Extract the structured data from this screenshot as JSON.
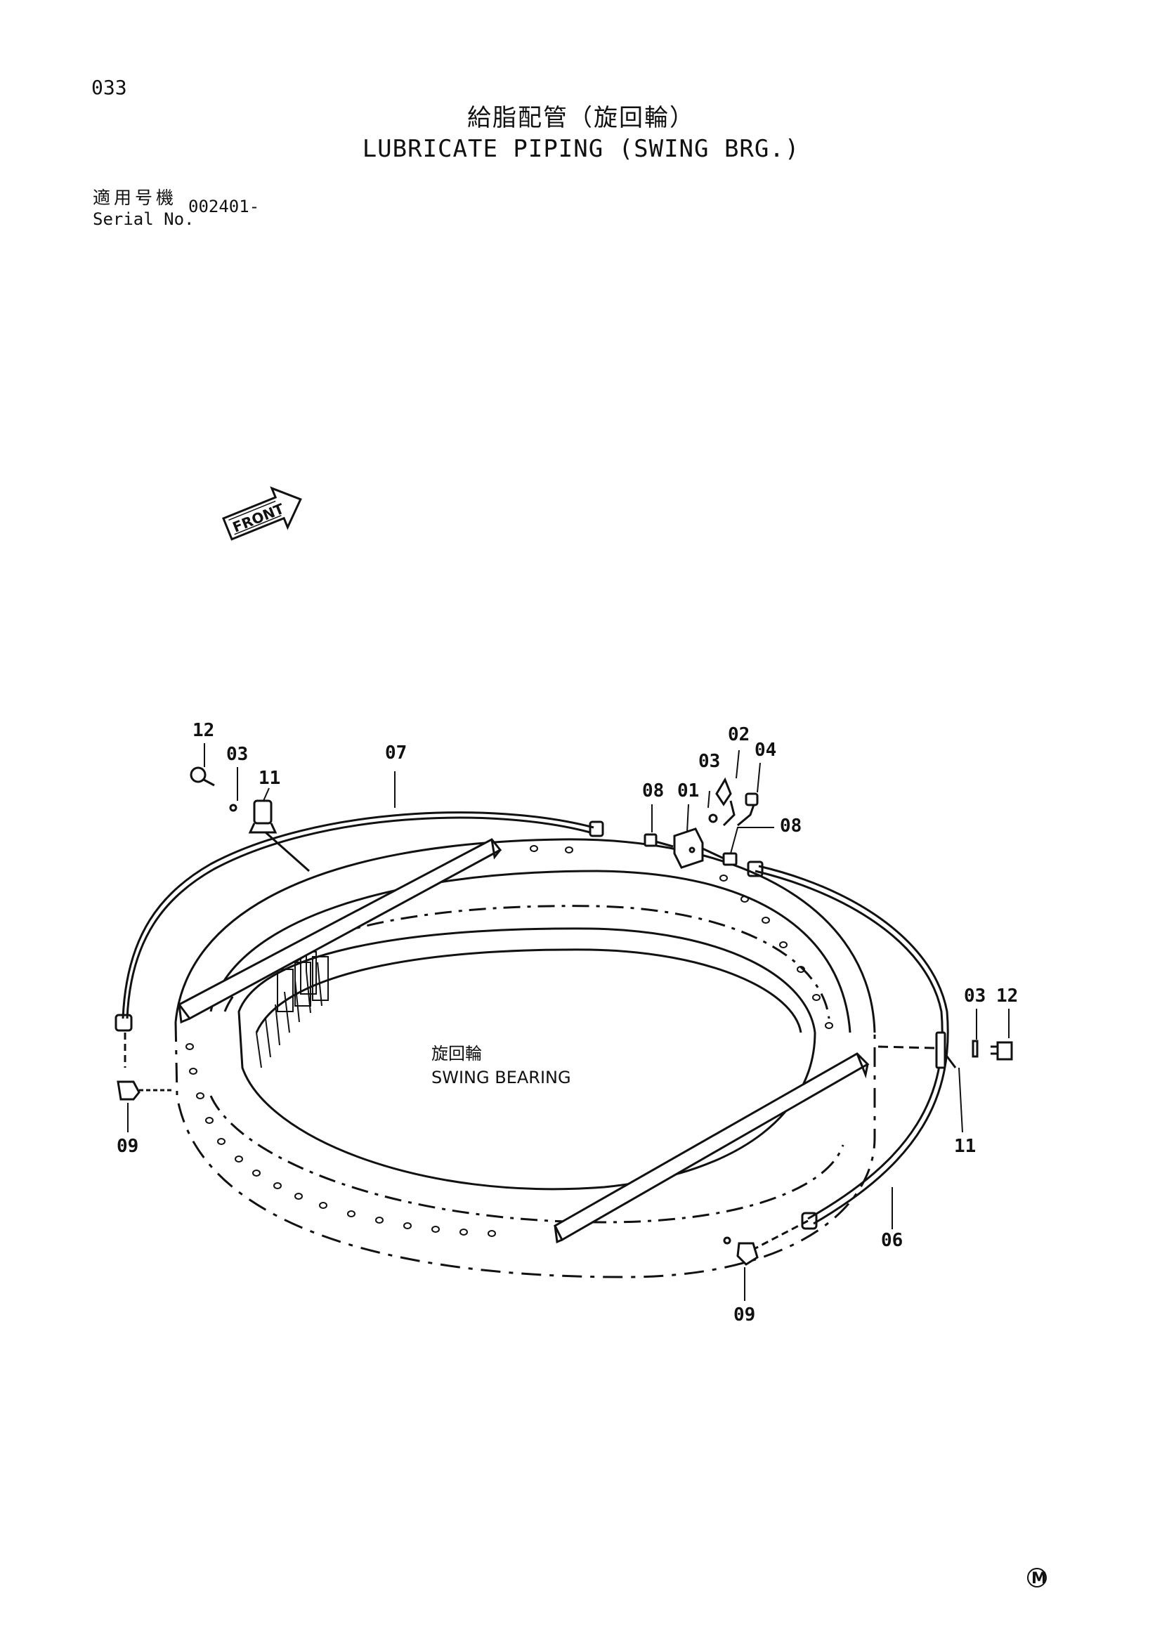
{
  "page_number": "033",
  "title_jp": "給脂配管（旋回輪）",
  "title_en": "LUBRICATE PIPING (SWING BRG.)",
  "serial": {
    "label_jp": "適用号機",
    "label_en": "Serial No.",
    "value": "002401-"
  },
  "front_arrow_label": "FRONT",
  "bearing": {
    "label_jp": "旋回輪",
    "label_en": "SWING BEARING"
  },
  "callouts": {
    "c12_left": "12",
    "c03_left": "03",
    "c11_left": "11",
    "c07": "07",
    "c02": "02",
    "c03_top": "03",
    "c04": "04",
    "c08_left": "08",
    "c01": "01",
    "c08_right": "08",
    "c03_right": "03",
    "c12_right": "12",
    "c11_right": "11",
    "c09_left": "09",
    "c06": "06",
    "c09_bottom": "09"
  },
  "corner_mark": "M"
}
